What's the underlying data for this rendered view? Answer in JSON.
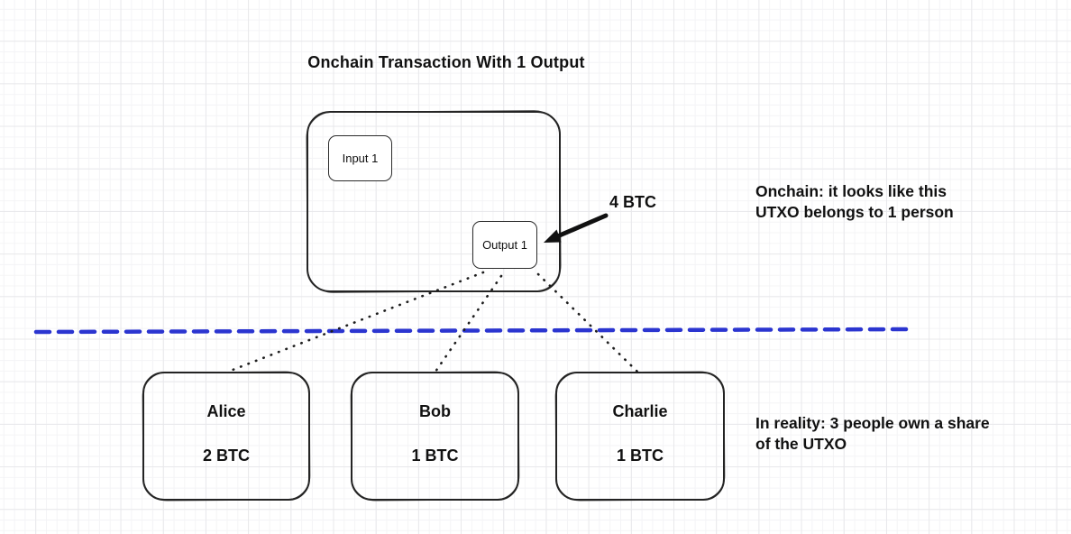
{
  "title": "Onchain Transaction With 1 Output",
  "transaction": {
    "input_label": "Input 1",
    "output_label": "Output 1",
    "output_amount": "4 BTC"
  },
  "annotations": {
    "onchain": {
      "lines": [
        "Onchain: it looks like this",
        "UTXO belongs to 1 person"
      ]
    },
    "reality": {
      "lines": [
        "In reality: 3 people own a share",
        "of the UTXO"
      ]
    }
  },
  "owners": [
    {
      "name": "Alice",
      "amount": "2 BTC"
    },
    {
      "name": "Bob",
      "amount": "1 BTC"
    },
    {
      "name": "Charlie",
      "amount": "1 BTC"
    }
  ],
  "colors": {
    "stroke": "#1e1e1e",
    "divider_blue": "#2b35d0"
  }
}
